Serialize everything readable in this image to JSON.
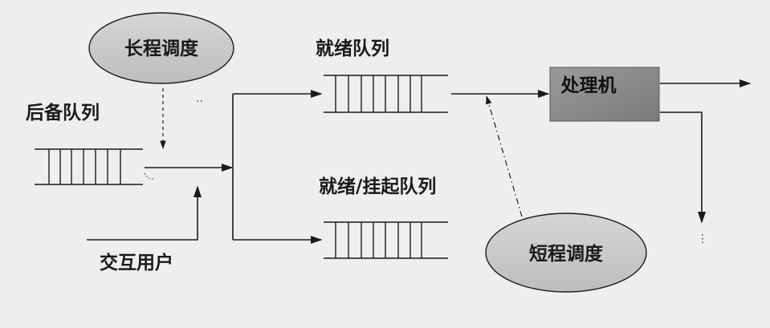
{
  "labels": {
    "long_term": "长程调度",
    "backup_queue": "后备队列",
    "ready_queue": "就绪队列",
    "ready_suspend_queue": "就绪/挂起队列",
    "processor": "处理机",
    "interactive_user": "交互用户",
    "short_term": "短程调度"
  },
  "colors": {
    "ellipse_fill": "#c9c9c9",
    "processor_fill": "#8c8c8c",
    "line": "#1a1a1a",
    "background": "#eeeeee"
  }
}
